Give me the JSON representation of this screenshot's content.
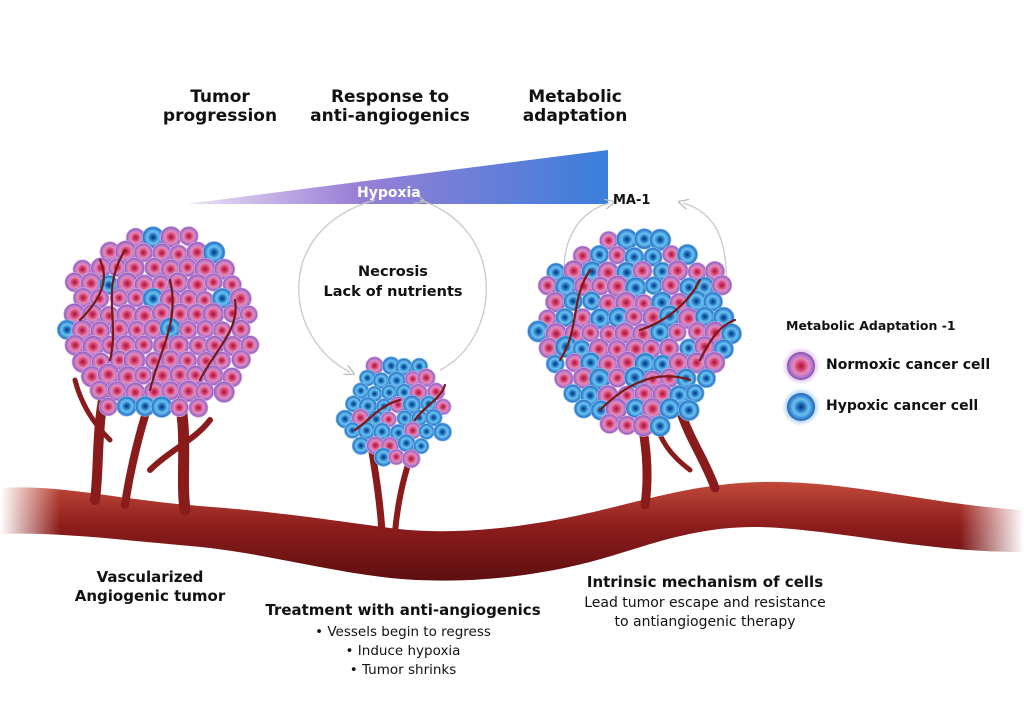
{
  "stages": {
    "tumor_progression": "Tumor\nprogression",
    "response": "Response to\nanti-angiogenics",
    "metabolic": "Metabolic\nadaptation"
  },
  "gradient_label": "Hypoxia",
  "ma_tag": "MA-1",
  "center_note": {
    "line1": "Necrosis",
    "line2": "Lack of nutrients"
  },
  "legend": {
    "title": "Metabolic Adaptation -1",
    "normoxic": "Normoxic cancer cell",
    "hypoxic": "Hypoxic cancer cell"
  },
  "labels": {
    "vascularized_1": "Vascularized",
    "vascularized_2": "Angiogenic tumor",
    "treatment": "Treatment with anti-angiogenics",
    "treatment_items": [
      "Vessels begin to regress",
      "Induce hypoxia",
      "Tumor shrinks"
    ],
    "intrinsic": "Intrinsic mechanism of cells",
    "intrinsic_sub_1": "Lead tumor escape and resistance",
    "intrinsic_sub_2": "to antiangiogenic therapy"
  },
  "colors": {
    "normoxic": "#c8387a",
    "hypoxic": "#2f7fd0",
    "vessel": "#8e1d1d",
    "gradient_start": "#d9c7ef",
    "gradient_end": "#3b7fdc"
  }
}
